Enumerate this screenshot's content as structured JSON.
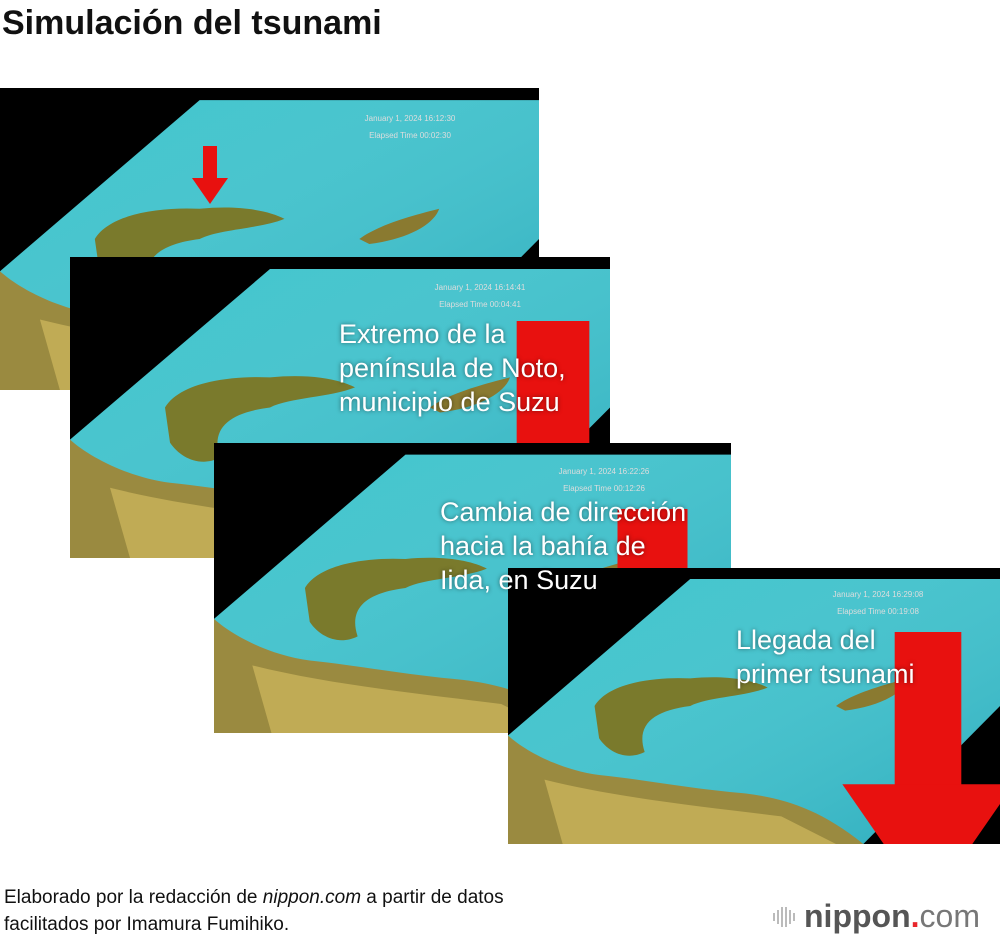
{
  "title": "Simulación del tsunami",
  "panels": [
    {
      "date": "January 1, 2024  16:12:30",
      "elapsed": "Elapsed Time  00:02:30"
    },
    {
      "date": "January 1, 2024  16:14:41",
      "elapsed": "Elapsed Time  00:04:41",
      "label": [
        "Extremo de la",
        "península de Noto,",
        "municipio de Suzu"
      ]
    },
    {
      "date": "January 1, 2024  16:22:26",
      "elapsed": "Elapsed Time  00:12:26",
      "label": [
        "Cambia de dirección",
        "hacia la bahía de",
        "Iida, en Suzu"
      ]
    },
    {
      "date": "January 1, 2024  16:29:08",
      "elapsed": "Elapsed Time  00:19:08",
      "label": [
        "Llegada del",
        "primer tsunami"
      ]
    }
  ],
  "credit": {
    "before": "Elaborado por la redacción de ",
    "site": "nippon.com",
    "after": " a partir de datos",
    "line2": "facilitados por Imamura Fumihiko."
  },
  "logo": {
    "name": "nippon",
    "dot": ".",
    "tld": "com"
  },
  "colors": {
    "sea": "#3cc3cc",
    "arrow": "#e8110f"
  }
}
